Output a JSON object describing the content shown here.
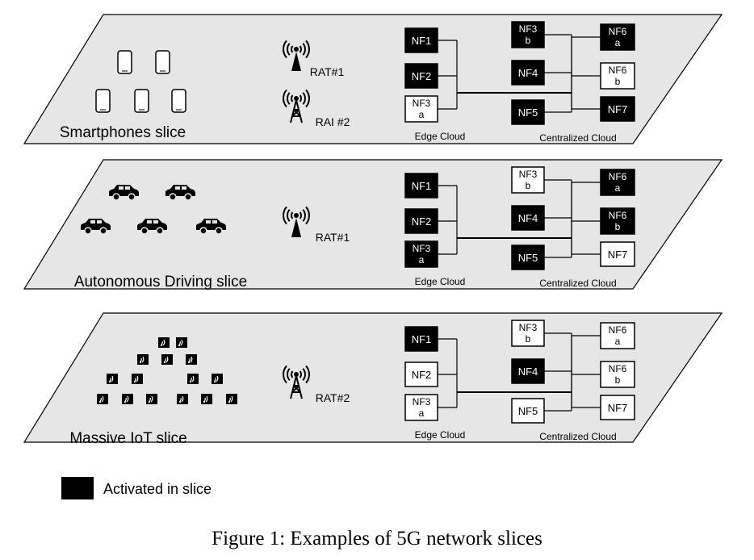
{
  "slices": [
    {
      "title": "Smartphones slice",
      "rats": [
        "RAT#1",
        "RAI #2"
      ],
      "edge_label": "Edge Cloud",
      "central_label": "Centralized Cloud",
      "device": "smartphone-icon",
      "nfs": {
        "NF1": {
          "line1": "NF1",
          "line2": "",
          "active": true
        },
        "NF2": {
          "line1": "NF2",
          "line2": "",
          "active": true
        },
        "NF3a": {
          "line1": "NF3",
          "line2": "a",
          "active": false
        },
        "NF3b": {
          "line1": "NF3",
          "line2": "b",
          "active": true
        },
        "NF4": {
          "line1": "NF4",
          "line2": "",
          "active": true
        },
        "NF5": {
          "line1": "NF5",
          "line2": "",
          "active": true
        },
        "NF6a": {
          "line1": "NF6",
          "line2": "a",
          "active": true
        },
        "NF6b": {
          "line1": "NF6",
          "line2": "b",
          "active": false
        },
        "NF7": {
          "line1": "NF7",
          "line2": "",
          "active": true
        }
      }
    },
    {
      "title": "Autonomous Driving slice",
      "rats": [
        "RAT#1"
      ],
      "edge_label": "Edge Cloud",
      "central_label": "Centralized Cloud",
      "device": "car-icon",
      "nfs": {
        "NF1": {
          "line1": "NF1",
          "line2": "",
          "active": true
        },
        "NF2": {
          "line1": "NF2",
          "line2": "",
          "active": true
        },
        "NF3a": {
          "line1": "NF3",
          "line2": "a",
          "active": true
        },
        "NF3b": {
          "line1": "NF3",
          "line2": "b",
          "active": false
        },
        "NF4": {
          "line1": "NF4",
          "line2": "",
          "active": true
        },
        "NF5": {
          "line1": "NF5",
          "line2": "",
          "active": true
        },
        "NF6a": {
          "line1": "NF6",
          "line2": "a",
          "active": true
        },
        "NF6b": {
          "line1": "NF6",
          "line2": "b",
          "active": true
        },
        "NF7": {
          "line1": "NF7",
          "line2": "",
          "active": false
        }
      }
    },
    {
      "title": "Massive IoT slice",
      "rats": [
        "RAT#2"
      ],
      "edge_label": "Edge Cloud",
      "central_label": "Centralized Cloud",
      "device": "iot-sensor-icon",
      "nfs": {
        "NF1": {
          "line1": "NF1",
          "line2": "",
          "active": true
        },
        "NF2": {
          "line1": "NF2",
          "line2": "",
          "active": false
        },
        "NF3a": {
          "line1": "NF3",
          "line2": "a",
          "active": false
        },
        "NF3b": {
          "line1": "NF3",
          "line2": "b",
          "active": false
        },
        "NF4": {
          "line1": "NF4",
          "line2": "",
          "active": true
        },
        "NF5": {
          "line1": "NF5",
          "line2": "",
          "active": false
        },
        "NF6a": {
          "line1": "NF6",
          "line2": "a",
          "active": false
        },
        "NF6b": {
          "line1": "NF6",
          "line2": "b",
          "active": false
        },
        "NF7": {
          "line1": "NF7",
          "line2": "",
          "active": false
        }
      }
    }
  ],
  "legend": {
    "label": "Activated in slice"
  },
  "caption": "Figure 1: Examples of 5G network slices",
  "colors": {
    "plane_fill": "#e6e6e6",
    "active_fill": "#000000",
    "inactive_fill": "#ffffff",
    "stroke": "#000000"
  }
}
